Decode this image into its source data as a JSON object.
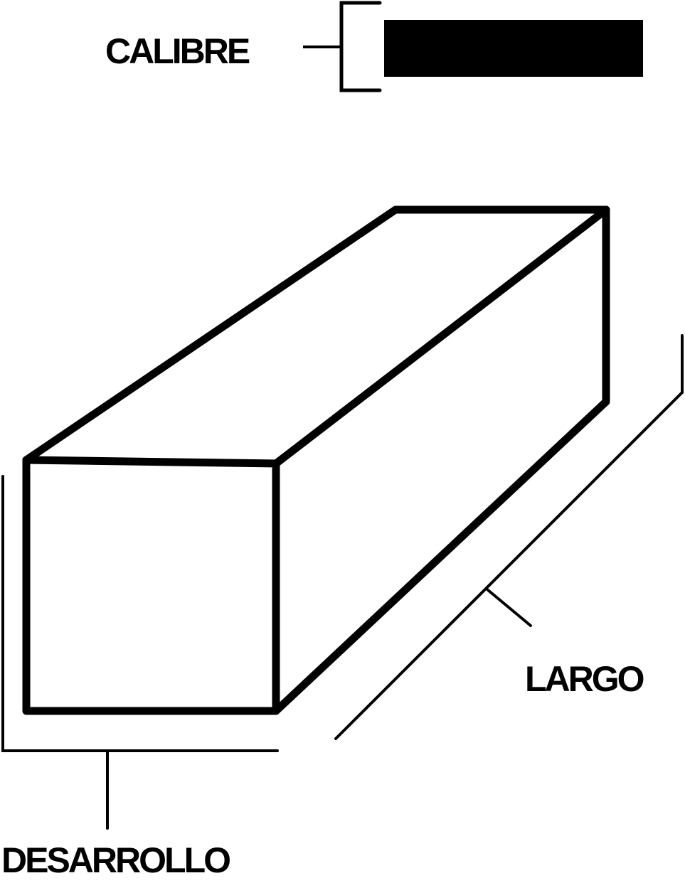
{
  "labels": {
    "calibre": "CALIBRE",
    "largo": "LARGO",
    "desarrollo": "DESARROLLO"
  },
  "colors": {
    "ink": "#000000",
    "background": "#ffffff"
  }
}
